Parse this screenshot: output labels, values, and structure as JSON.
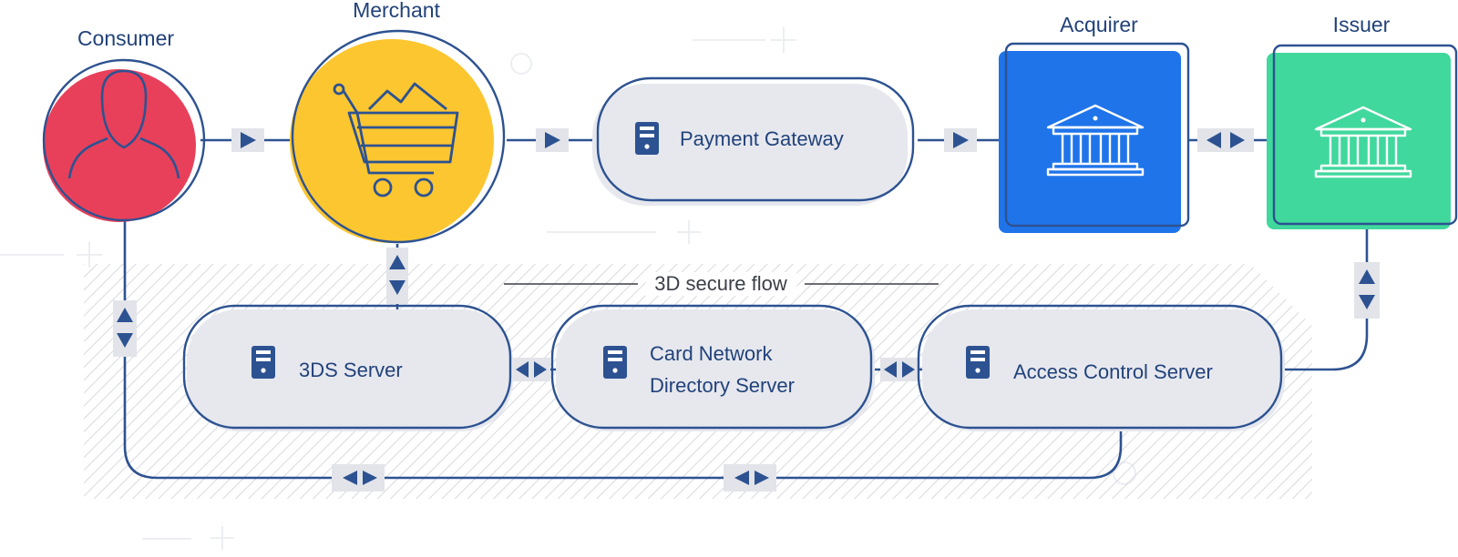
{
  "actors": {
    "consumer": "Consumer",
    "merchant": "Merchant",
    "acquirer": "Acquirer",
    "issuer": "Issuer"
  },
  "servers": {
    "payment_gateway": "Payment Gateway",
    "three_ds": "3DS Server",
    "card_network_line1": "Card Network",
    "card_network_line2": "Directory Server",
    "acs": "Access Control Server"
  },
  "flow_label": "3D secure flow",
  "colors": {
    "consumer": "#e8405a",
    "merchant": "#fcc630",
    "acquirer": "#1f74ea",
    "issuer": "#40d89d",
    "line": "#2d5291",
    "label": "#22427a",
    "server_fill": "#e6e8ee",
    "hatch": "#d7d9de"
  },
  "icons": [
    "person-icon",
    "shopping-cart-icon",
    "server-icon",
    "bank-icon"
  ]
}
